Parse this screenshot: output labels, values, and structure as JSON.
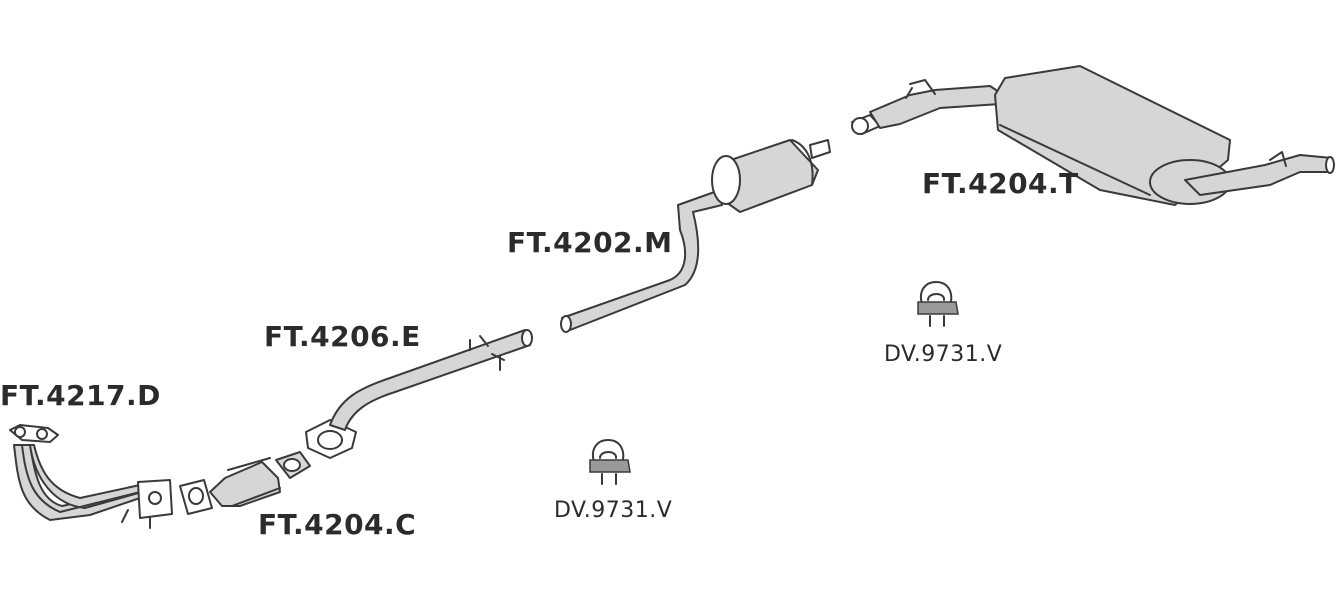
{
  "parts": [
    {
      "id": "front-pipe",
      "code": "FT.4217.D"
    },
    {
      "id": "catalyst",
      "code": "FT.4204.C"
    },
    {
      "id": "intermediate-pipe",
      "code": "FT.4206.E"
    },
    {
      "id": "center-silencer",
      "code": "FT.4202.M"
    },
    {
      "id": "rear-silencer",
      "code": "FT.4204.T"
    },
    {
      "id": "clamp-lower",
      "code": "DV.9731.V"
    },
    {
      "id": "clamp-upper",
      "code": "DV.9731.V"
    }
  ]
}
